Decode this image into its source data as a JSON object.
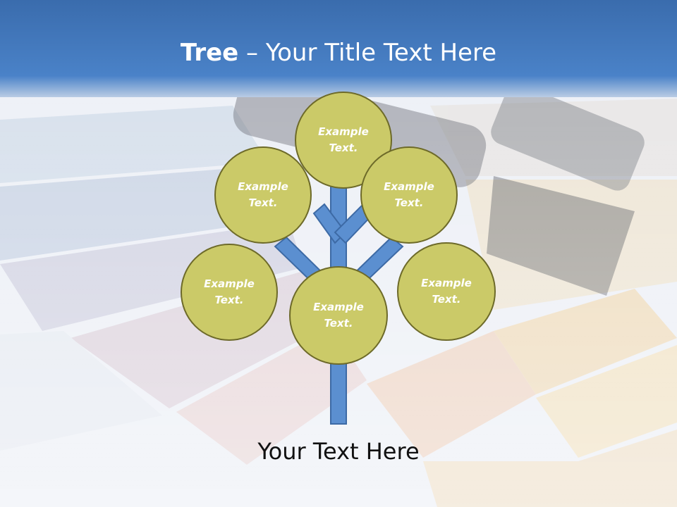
{
  "slide": {
    "title_bold": "Tree",
    "title_rest": " – Your Title Text Here",
    "caption": "Your Text Here"
  },
  "nodes": [
    {
      "id": "top",
      "label_line1": "Example",
      "label_line2": "Text."
    },
    {
      "id": "upper-left",
      "label_line1": "Example",
      "label_line2": "Text."
    },
    {
      "id": "upper-right",
      "label_line1": "Example",
      "label_line2": "Text."
    },
    {
      "id": "lower-left",
      "label_line1": "Example",
      "label_line2": "Text."
    },
    {
      "id": "center",
      "label_line1": "Example",
      "label_line2": "Text."
    },
    {
      "id": "lower-right",
      "label_line1": "Example",
      "label_line2": "Text."
    }
  ],
  "colors": {
    "header_blue": "#3f73b8",
    "trunk_blue": "#5b8fd0",
    "trunk_outline": "#3d6aa5",
    "node_fill": "#cbca68",
    "node_outline": "#6d6a29",
    "node_text": "#ffffff"
  }
}
